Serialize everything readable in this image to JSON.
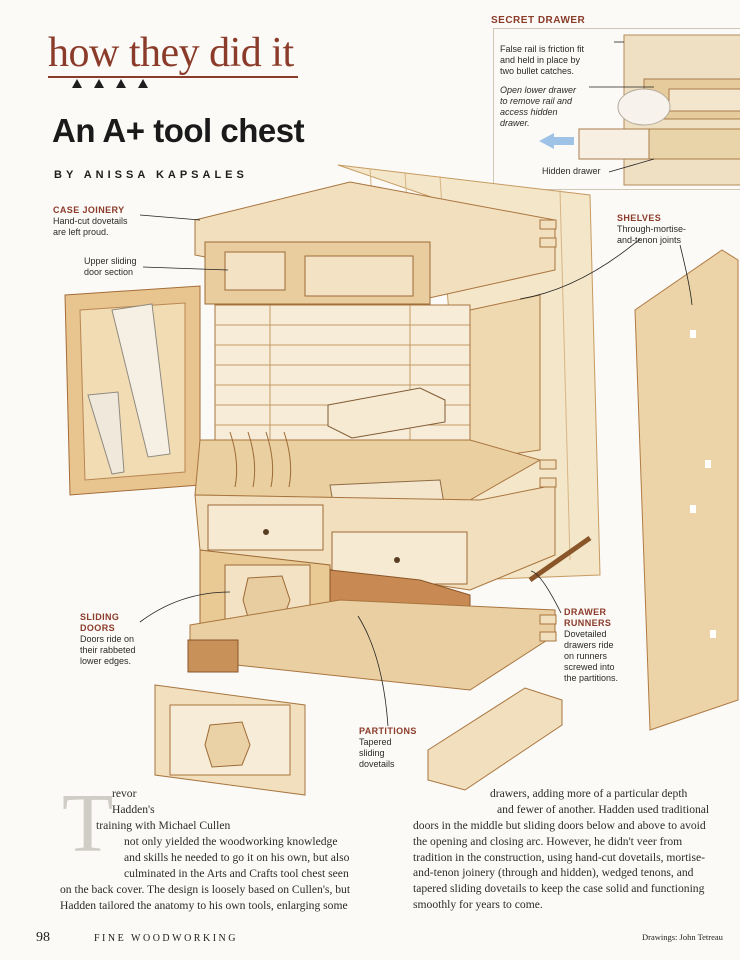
{
  "header": {
    "kicker": "how they did it",
    "title": "An A+ tool chest",
    "byline": "BY ANISSA KAPSALES"
  },
  "secret_drawer": {
    "title": "SECRET DRAWER",
    "note1": [
      "False rail is friction fit",
      "and held in place by",
      "two bullet catches."
    ],
    "note2": [
      "Open lower drawer",
      "to remove rail and",
      "access hidden",
      "drawer."
    ],
    "note3": "Hidden drawer"
  },
  "callouts": {
    "case_joinery": {
      "title": "CASE JOINERY",
      "lines": [
        "Hand-cut dovetails",
        "are left proud."
      ]
    },
    "upper_sliding": {
      "lines": [
        "Upper sliding",
        "door section"
      ]
    },
    "shelves": {
      "title": "SHELVES",
      "lines": [
        "Through-mortise-",
        "and-tenon joints"
      ]
    },
    "sliding_doors": {
      "title": "SLIDING",
      "title2": "DOORS",
      "lines": [
        "Doors ride on",
        "their rabbeted",
        "lower edges."
      ]
    },
    "drawer_runners": {
      "title": "DRAWER",
      "title2": "RUNNERS",
      "lines": [
        "Dovetailed",
        "drawers ride",
        "on runners",
        "screwed into",
        "the partitions."
      ]
    },
    "partitions": {
      "title": "PARTITIONS",
      "lines": [
        "Tapered",
        "sliding",
        "dovetails"
      ]
    }
  },
  "article": {
    "dropcap": "T",
    "col1": [
      "revor",
      "Hadden's",
      "training with Michael Cullen",
      "not only yielded the woodworking knowledge",
      "and skills he needed to go it on his own, but also",
      "culminated in the Arts and Crafts tool chest seen",
      "on the back cover. The design is loosely based on Cullen's, but",
      "Hadden tailored the anatomy to his own tools, enlarging some"
    ],
    "col2": [
      "drawers, adding more of a particular depth",
      "and fewer of another. Hadden used traditional",
      "doors in the middle but sliding doors below and above to avoid",
      "the opening and closing arc. However, he didn't veer from",
      "tradition in the construction, using hand-cut dovetails, mortise-",
      "and-tenon joinery (through and hidden), wedged tenons, and",
      "tapered sliding dovetails to keep the case solid and functioning",
      "smoothly for years to come."
    ]
  },
  "footer": {
    "page_number": "98",
    "magazine": "FINE WOODWORKING",
    "credit": "Drawings: John Tetreau"
  },
  "colors": {
    "accent": "#8b3b2a",
    "wood_light": "#f1dfbd",
    "wood_mid": "#e2c290",
    "wood_dark": "#b77a45"
  }
}
